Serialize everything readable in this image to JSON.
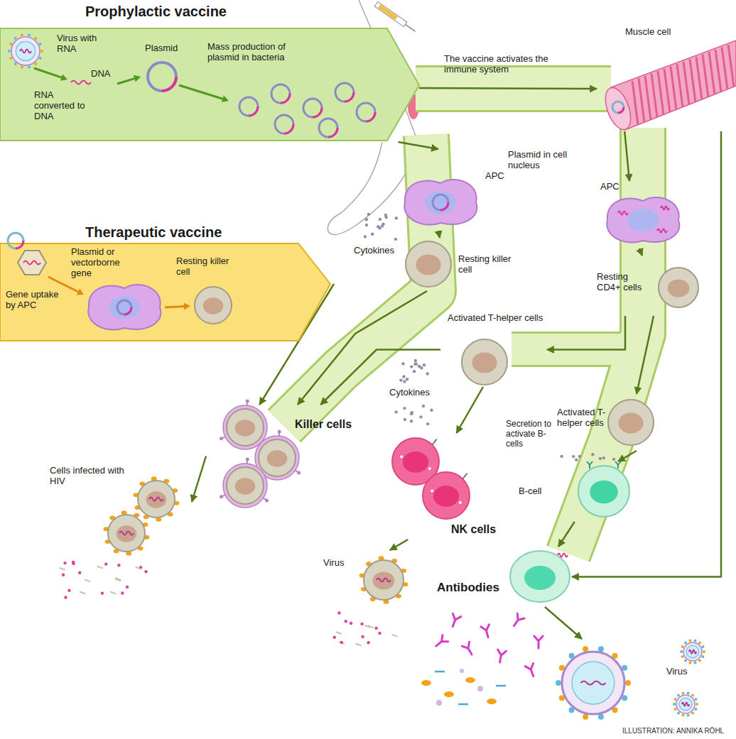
{
  "diagram": {
    "nodes": [
      {
        "text": [
          "Prophylactic vaccine",
          "Virus with RNA",
          "DNA",
          "Plasmid",
          "RNA converted to DNA",
          "Mass production of plasmid in bacteria"
        ]
      },
      {
        "text": [
          "Muscle cell"
        ]
      },
      {
        "text": [
          "Plasmid in cell nucleus",
          "APC"
        ]
      },
      {
        "text": [
          "Resting killer cell"
        ]
      },
      {
        "text": [
          "APC"
        ]
      },
      {
        "text": [
          "Resting CD4+ cells"
        ]
      },
      {
        "text": [
          "Therapeutic vaccine",
          "Plasmid or vectorborne gene",
          "Resting killer cell",
          "Gene uptake by APC"
        ]
      },
      {
        "text": [
          "Activated T-helper cells"
        ]
      },
      {
        "text": [
          "Activated T-helper cells"
        ]
      },
      {
        "text": [
          "Killer cells"
        ]
      },
      {
        "text": [
          "Cells infected with HIV"
        ]
      },
      {
        "text": [
          "NK cells"
        ]
      },
      {
        "text": [
          "Virus"
        ]
      },
      {
        "text": [
          "B-cell"
        ]
      },
      {
        "text": [
          "Antibodies"
        ]
      },
      {
        "text": [
          "Virus"
        ]
      }
    ],
    "edges": [
      {
        "from": 0,
        "to": 1,
        "arrow": "to"
      },
      {
        "from": 0,
        "to": 2,
        "arrow": "to"
      },
      {
        "from": 1,
        "to": 4,
        "arrow": "to"
      },
      {
        "from": 2,
        "to": 3,
        "arrow": "to"
      },
      {
        "from": 4,
        "to": 5,
        "arrow": "to"
      },
      {
        "from": 5,
        "to": 7,
        "arrow": "to"
      },
      {
        "from": 5,
        "to": 8,
        "arrow": "to"
      },
      {
        "from": 3,
        "to": 9,
        "arrow": "to"
      },
      {
        "from": 6,
        "to": 9,
        "arrow": "to"
      },
      {
        "from": 7,
        "to": 9,
        "arrow": "to"
      },
      {
        "from": 7,
        "to": 11,
        "arrow": "to"
      },
      {
        "from": 9,
        "to": 10,
        "arrow": "to"
      },
      {
        "from": 11,
        "to": 12,
        "arrow": "to"
      },
      {
        "from": 8,
        "to": 13,
        "arrow": "to"
      },
      {
        "from": 13,
        "to": 14,
        "arrow": "to"
      },
      {
        "from": 1,
        "to": 14,
        "arrow": "to"
      },
      {
        "from": 14,
        "to": 15,
        "arrow": "to"
      }
    ],
    "labels": [
      "The vaccine activates the immune system",
      "Cytokines",
      "Cytokines",
      "Secretion to activate B-cells",
      "ILLUSTRATION: ANNIKA RÖHL"
    ]
  }
}
